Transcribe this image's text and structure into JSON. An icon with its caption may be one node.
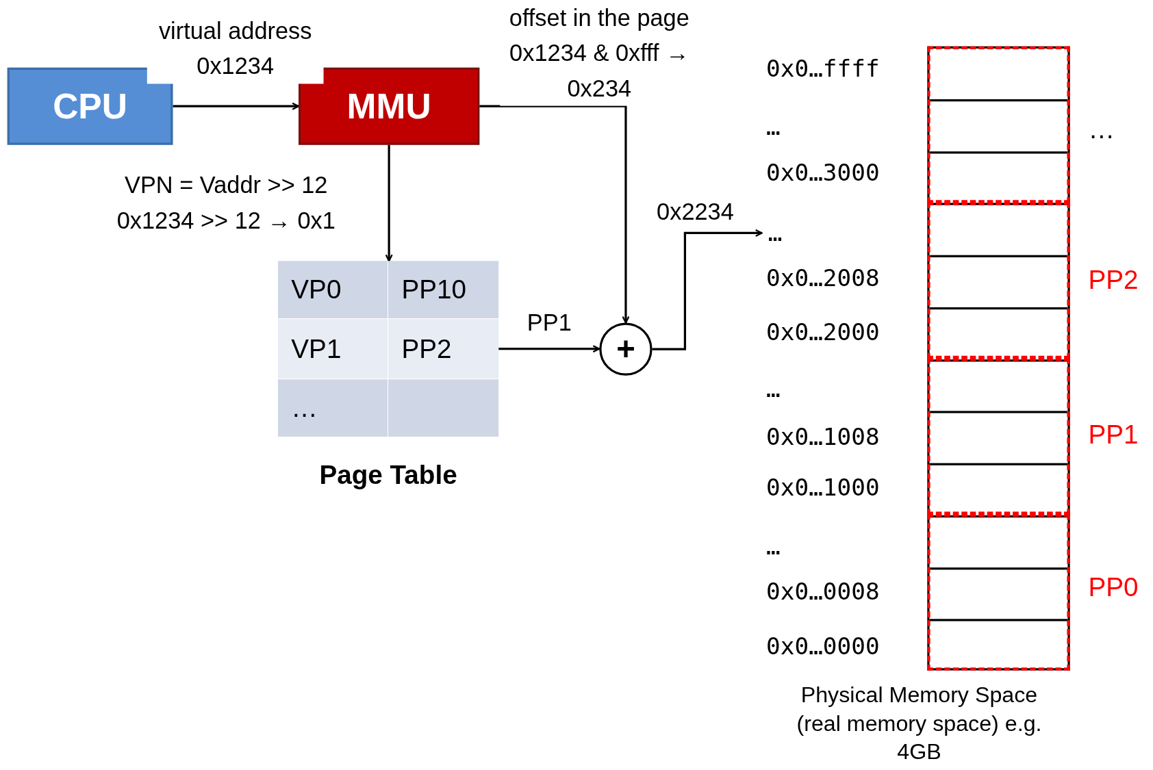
{
  "diagram": {
    "nodes": [
      {
        "text": [
          "CPU"
        ]
      },
      {
        "text": [
          "MMU"
        ]
      },
      {
        "text": [
          "Page Table"
        ]
      },
      {
        "text": [
          "VP0"
        ],
        "in": 2
      },
      {
        "text": [
          "PP10"
        ],
        "in": 2
      },
      {
        "text": [
          "VP1"
        ],
        "in": 2
      },
      {
        "text": [
          "PP2"
        ],
        "in": 2
      },
      {
        "text": [
          "…"
        ],
        "in": 2
      },
      {
        "text": [],
        "shape": "box",
        "in": 2
      },
      {
        "text": [
          "+"
        ]
      },
      {
        "text": [
          "…"
        ]
      },
      {
        "text": [
          "Physical Memory Space (real memory space) e.g. 4GB"
        ]
      },
      {
        "text": [],
        "shape": "box",
        "in": 11,
        "beside": [
          "…"
        ]
      },
      {
        "text": [],
        "shape": "box",
        "in": 11,
        "beside": [
          "PP2"
        ]
      },
      {
        "text": [],
        "shape": "box",
        "in": 11,
        "beside": [
          "PP1"
        ]
      },
      {
        "text": [],
        "shape": "box",
        "in": 11,
        "beside": [
          "PP0"
        ]
      }
    ],
    "edges": [
      {
        "from": 0,
        "to": 1,
        "arrow": "to",
        "label": "virtual address 0x1234"
      },
      {
        "from": 1,
        "to": 9,
        "arrow": "to",
        "label": "offset in the page 0x1234 & 0xfff → 0x234"
      },
      {
        "from": 1,
        "to": 2,
        "arrow": "to",
        "label": "VPN = Vaddr >> 12 0x1234 >> 12 → 0x1"
      },
      {
        "from": 6,
        "to": 9,
        "arrow": "to",
        "label": "PP1"
      },
      {
        "from": 9,
        "to": 10,
        "arrow": "to",
        "label": "0x2234"
      }
    ],
    "labels": [
      "0x0…ffff",
      "…",
      "0x0…3000",
      "0x0…2008",
      "0x0…2000",
      "…",
      "0x0…1008",
      "0x0…1000",
      "…",
      "0x0…0008",
      "0x0…0000"
    ]
  }
}
